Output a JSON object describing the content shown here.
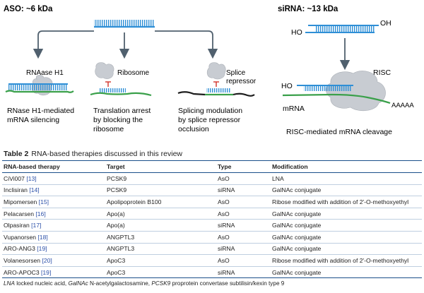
{
  "figure": {
    "aso_title": "ASO: ~6 kDa",
    "sirna_title": "siRNA: ~13 kDa",
    "rnase_label": "RNAase H1",
    "ribosome_label": "Ribosome",
    "splice_label_line1": "Splice",
    "splice_label_line2": "repressor",
    "caption1_line1": "RNase H1-mediated",
    "caption1_line2": "mRNA silencing",
    "caption2_line1": "Translation arrest",
    "caption2_line2": "by blocking the",
    "caption2_line3": "ribosome",
    "caption3_line1": "Splicing modulation",
    "caption3_line2": "by splice repressor",
    "caption3_line3": "occlusion",
    "ho_top": "HO",
    "oh_top": "OH",
    "risc_label": "RISC",
    "ho_bottom": "HO",
    "mrna_label": "mRNA",
    "polya_label": "AAAAA",
    "risc_caption": "RISC-mediated mRNA cleavage",
    "colors": {
      "strand_blue": "#2f8fd6",
      "mrna_green": "#3aa04a",
      "arrow_gray": "#50606e",
      "protein_gray": "#c8ccd2",
      "stop_red": "#d2342a"
    }
  },
  "table": {
    "number": "Table 2",
    "title": "RNA-based therapies discussed in this review",
    "headers": [
      "RNA-based therapy",
      "Target",
      "Type",
      "Modification"
    ],
    "rows": [
      {
        "name": "CiVi007",
        "ref": "[13]",
        "target": "PCSK9",
        "type": "AsO",
        "mod": "LNA"
      },
      {
        "name": "Inclisiran",
        "ref": "[14]",
        "target": "PCSK9",
        "type": "siRNA",
        "mod": "GalNAc conjugate"
      },
      {
        "name": "Mipomersen",
        "ref": "[15]",
        "target": "Apolipoprotein B100",
        "type": "AsO",
        "mod": "Ribose modified with addition of 2'-O-methoxyethyl"
      },
      {
        "name": "Pelacarsen",
        "ref": "[16]",
        "target": "Apo(a)",
        "type": "AsO",
        "mod": "GalNAc conjugate"
      },
      {
        "name": "Olpasiran",
        "ref": "[17]",
        "target": "Apo(a)",
        "type": "siRNA",
        "mod": "GalNAc conjugate"
      },
      {
        "name": "Vupanorsen",
        "ref": "[18]",
        "target": "ANGPTL3",
        "type": "AsO",
        "mod": "GalNAc conjugate"
      },
      {
        "name": "ARO-ANG3",
        "ref": "[19]",
        "target": "ANGPTL3",
        "type": "siRNA",
        "mod": "GalNAc conjugate"
      },
      {
        "name": "Volanesorsen",
        "ref": "[20]",
        "target": "ApoC3",
        "type": "AsO",
        "mod": "Ribose modified with addition of 2'-O-methoxyethyl"
      },
      {
        "name": "ARO-APOC3",
        "ref": "[19]",
        "target": "ApoC3",
        "type": "siRNA",
        "mod": "GalNAc conjugate"
      }
    ],
    "footnote": [
      {
        "abbr": "LNA",
        "text": " locked nucleic acid, "
      },
      {
        "abbr": "GalNAc",
        "text": " N-acetylgalactosamine, "
      },
      {
        "abbr": "PCSK9",
        "text": " proprotein convertase subtilisin/kexin type 9"
      }
    ]
  }
}
